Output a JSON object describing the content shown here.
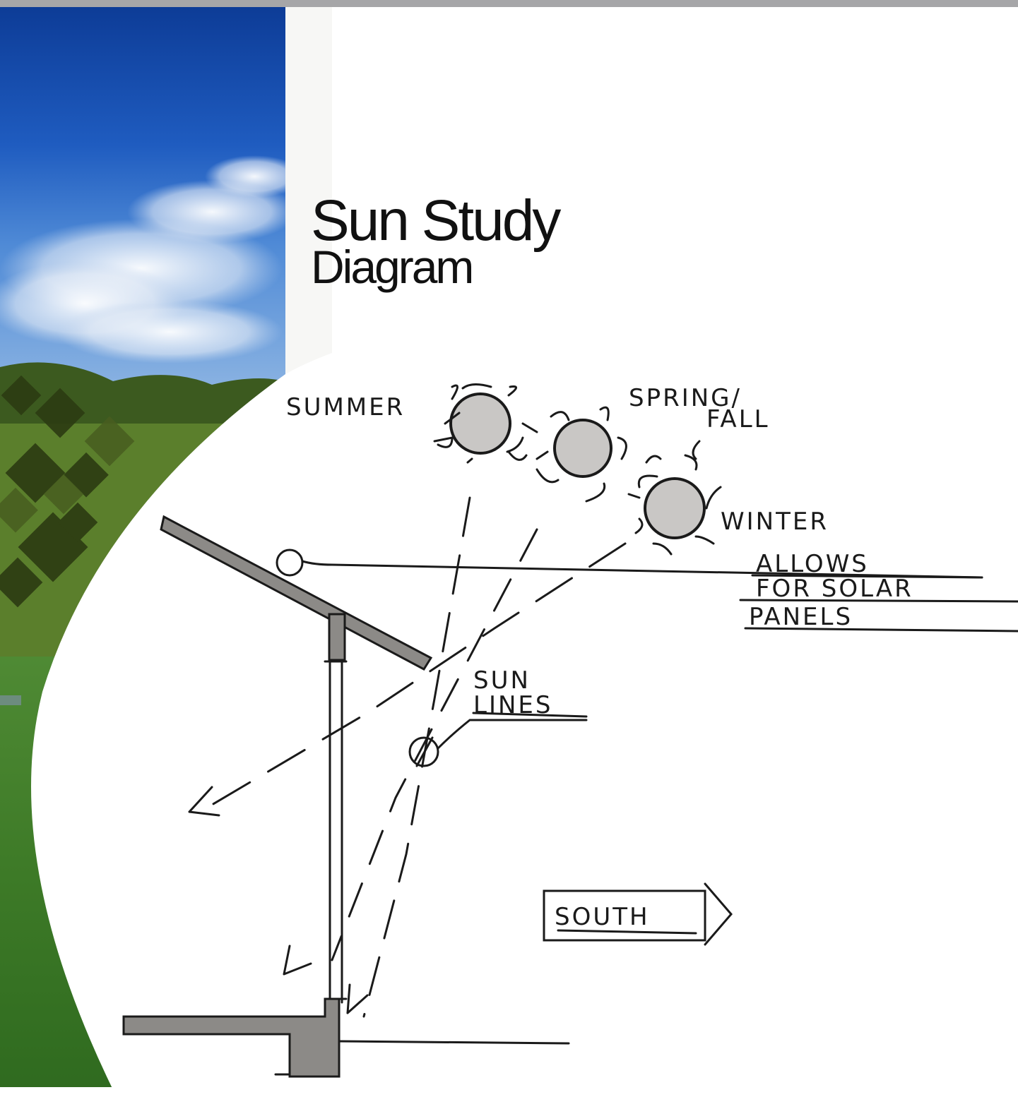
{
  "title": {
    "line1": "Sun Study",
    "line2": "Diagram"
  },
  "labels": {
    "summer": "SUMMER",
    "spring_fall_1": "SPRING/",
    "spring_fall_2": "FALL",
    "winter": "WINTER",
    "allows_1": "ALLOWS",
    "allows_2": "FOR SOLAR",
    "allows_3": "PANELS",
    "sun_lines_1": "SUN",
    "sun_lines_2": "LINES",
    "south": "SOUTH"
  },
  "colors": {
    "sky_top": "#0f3f9a",
    "sky_mid": "#2e6fce",
    "cloud": "#f2f4f8",
    "grass": "#3f7a2a",
    "tree_dark": "#2e3d14",
    "ink": "#1a1a1a",
    "marker_gray": "#8c8a87",
    "sun_fill": "#c9c7c5",
    "top_bar": "#a6a6a8"
  }
}
